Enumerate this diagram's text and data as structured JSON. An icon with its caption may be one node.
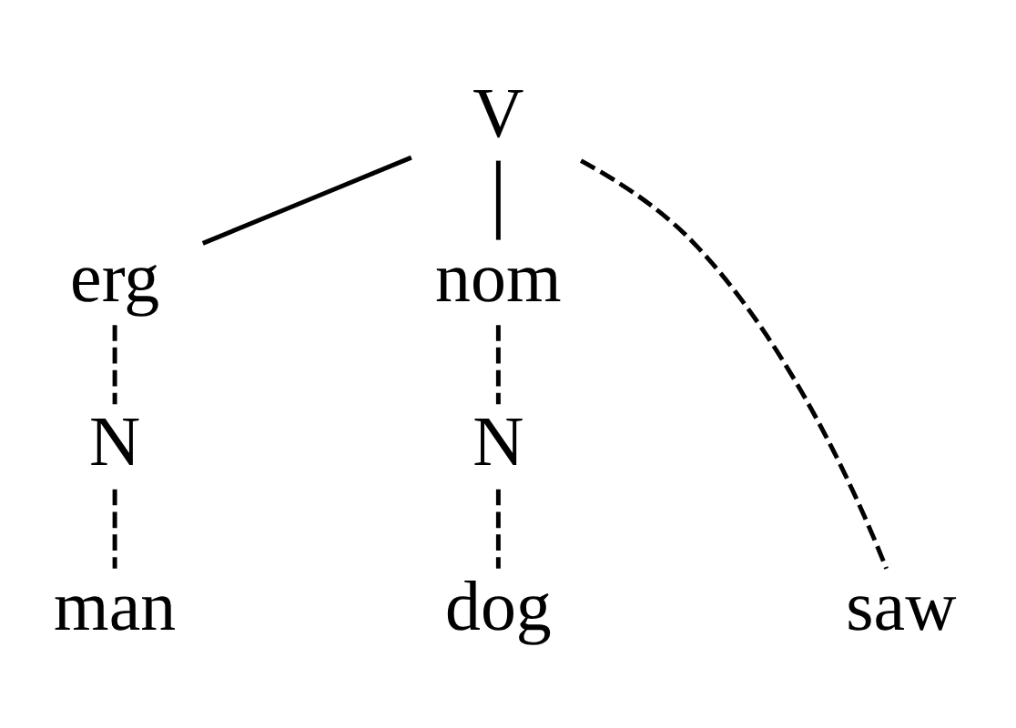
{
  "diagram": {
    "nodes": [
      {
        "text": [
          "V"
        ]
      },
      {
        "text": [
          "erg"
        ]
      },
      {
        "text": [
          "nom"
        ]
      },
      {
        "text": [
          "N"
        ]
      },
      {
        "text": [
          "N"
        ]
      },
      {
        "text": [
          "man"
        ]
      },
      {
        "text": [
          "saw"
        ]
      },
      {
        "text": [
          "dog"
        ]
      }
    ],
    "edges": [
      {
        "from": 0,
        "to": 1,
        "arrow": "none"
      },
      {
        "from": 0,
        "to": 6,
        "arrow": "none",
        "style": "dashed"
      },
      {
        "from": 0,
        "to": 2,
        "arrow": "none"
      },
      {
        "from": 1,
        "to": 3,
        "arrow": "none",
        "style": "dashed"
      },
      {
        "from": 3,
        "to": 5,
        "arrow": "none",
        "style": "dashed"
      },
      {
        "from": 2,
        "to": 4,
        "arrow": "none",
        "style": "dashed"
      },
      {
        "from": 4,
        "to": 7,
        "arrow": "none",
        "style": "dashed"
      }
    ]
  }
}
